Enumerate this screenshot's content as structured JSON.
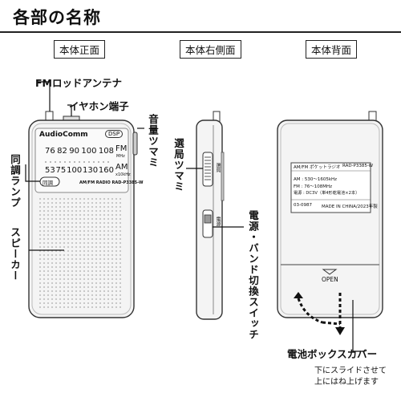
{
  "page": {
    "title": "各部の名称"
  },
  "views": {
    "front": "本体正面",
    "right": "本体右側面",
    "back": "本体背面"
  },
  "callouts": {
    "fm_antenna": "FMロッドアンテナ",
    "earphone_jack": "イヤホン端子",
    "volume_knob": "音量ツマミ",
    "tuning_lamp": "同調ランプ",
    "speaker": "スピーカー",
    "tuning_knob": "選局ツマミ",
    "power_band_switch": "電源・バンド切換スイッチ",
    "battery_cover": "電池ボックスカバー",
    "battery_cover_note_1": "下にスライドさせて",
    "battery_cover_note_2": "上にはね上げます"
  },
  "front_panel": {
    "brand": "AudioComm",
    "badge": "DSP",
    "fm_scale": [
      "76",
      "82",
      "90",
      "100",
      "108"
    ],
    "fm_label": "FM",
    "fm_unit": "MHz",
    "am_scale": [
      "53",
      "75",
      "100",
      "130",
      "160"
    ],
    "am_label": "AM",
    "am_unit": "x10kHz",
    "lamp_label": "同調",
    "model": "AM/FM RADIO RAD-P3385-W"
  },
  "side_panel": {
    "tuning_label": "選局",
    "switch_label": "電源"
  },
  "back_panel": {
    "label_title": "AM/FM ポケットラジオ",
    "label_model": "RAD-P3385-W",
    "spec_am": "AM : 530～1605kHz",
    "spec_fm": "FM : 76～108MHz",
    "spec_power": "電源 : DC3V（単4形乾電池×2本）",
    "label_code": "03-0987",
    "label_made": "MADE IN CHINA/2023年製",
    "open_text": "OPEN"
  }
}
